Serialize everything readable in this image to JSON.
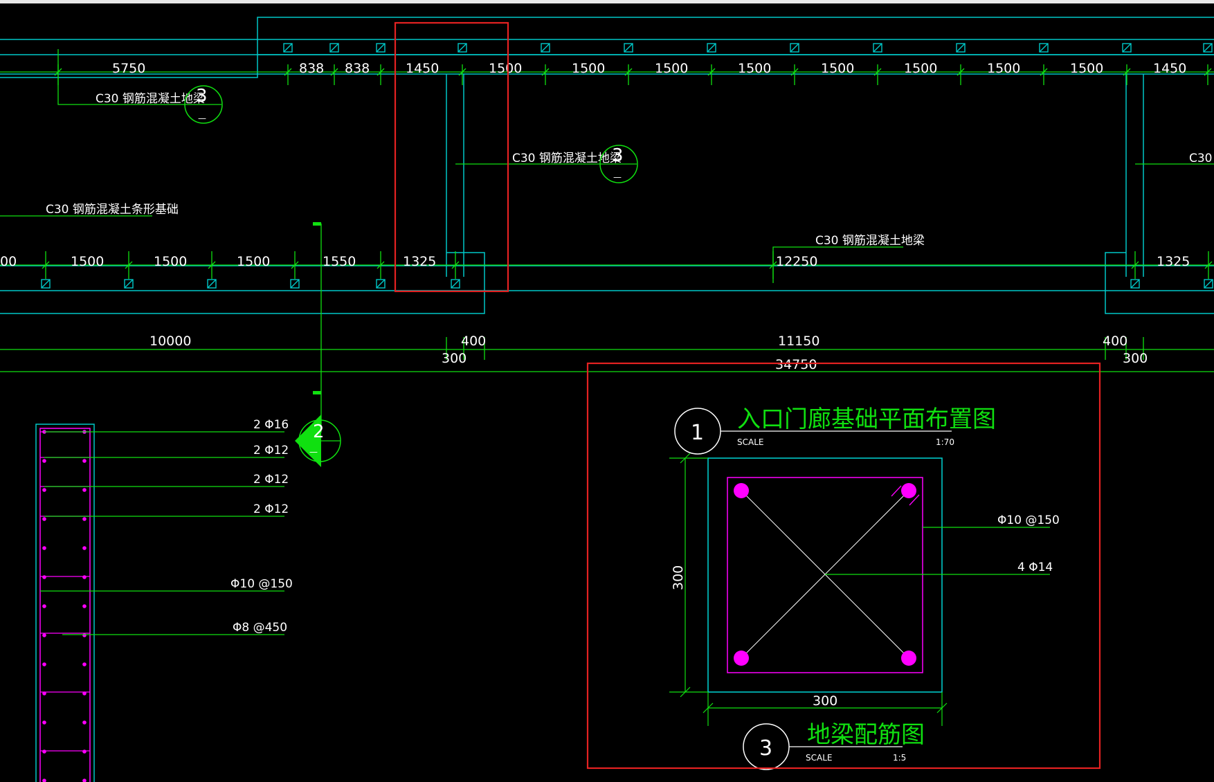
{
  "plan": {
    "top_dims": [
      "5750",
      "838",
      "838",
      "1450",
      "1500",
      "1500",
      "1500",
      "1500",
      "1500",
      "1500",
      "1500",
      "1500",
      "1450"
    ],
    "mid_dims": [
      "00",
      "1500",
      "1500",
      "1500",
      "1550",
      "1325",
      "12250",
      "1325"
    ],
    "overall_dims": {
      "left": "10000",
      "col_a": "400",
      "col_a_sub": "300",
      "center": "11150",
      "col_b": "400",
      "col_b_sub": "300",
      "total": "34750"
    },
    "beam_label": "C30 钢筋混凝土地梁",
    "strip_label": "C30 钢筋混凝土条形基础",
    "beam_label_clipped": "C30",
    "detail_ref": "3",
    "detail_ref_sub": "—",
    "section_ref": "2",
    "section_ref_sub": "—"
  },
  "section": {
    "bars": [
      "2 Φ16",
      "2 Φ12",
      "2 Φ12",
      "2 Φ12",
      "Φ10 @150",
      "Φ8 @450"
    ]
  },
  "titles": {
    "plan_title": {
      "num": "1",
      "text": "入口门廊基础平面布置图",
      "scale_label": "SCALE",
      "scale": "1:70"
    },
    "beam_title": {
      "num": "3",
      "text": "地梁配筋图",
      "scale_label": "SCALE",
      "scale": "1:5"
    }
  },
  "beam_detail": {
    "stirrup": "Φ10 @150",
    "main_bars": "4 Φ14",
    "width": "300",
    "height": "300"
  },
  "colors": {
    "green": "#10e010",
    "cyan": "#00c8c8",
    "red": "#e52222",
    "magenta": "#ff00ff",
    "white": "#ffffff"
  }
}
